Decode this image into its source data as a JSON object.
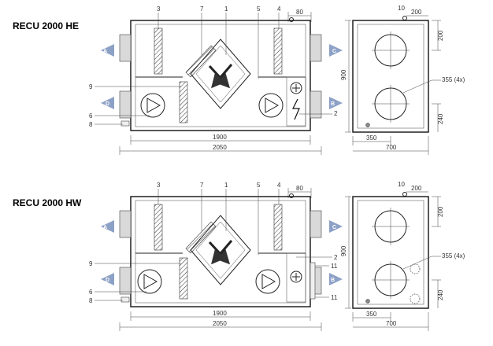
{
  "units": [
    {
      "title": "RECU 2000 HE",
      "front": {
        "top_labels": [
          "3",
          "7",
          "1",
          "5",
          "4"
        ],
        "dim_80": "80",
        "left_labels": [
          "9",
          "6",
          "8"
        ],
        "right_labels": [
          "2"
        ],
        "ports": [
          "A",
          "D",
          "C",
          "B"
        ],
        "dim_1900": "1900",
        "dim_2050": "2050"
      },
      "side": {
        "dim_10": "10",
        "dim_200_top": "200",
        "dim_200_right": "200",
        "dim_900": "900",
        "dim_355": "355 (4x)",
        "dim_240": "240",
        "dim_350": "350",
        "dim_700": "700"
      }
    },
    {
      "title": "RECU 2000 HW",
      "front": {
        "top_labels": [
          "3",
          "7",
          "1",
          "5",
          "4"
        ],
        "dim_80": "80",
        "left_labels": [
          "9",
          "6",
          "8"
        ],
        "right_labels": [
          "2",
          "11",
          "11"
        ],
        "ports": [
          "A",
          "D",
          "C",
          "B"
        ],
        "dim_1900": "1900",
        "dim_2050": "2050"
      },
      "side": {
        "dim_10": "10",
        "dim_200_top": "200",
        "dim_200_right": "200",
        "dim_900": "900",
        "dim_355": "355 (4x)",
        "dim_240": "240",
        "dim_350": "350",
        "dim_700": "700"
      }
    }
  ],
  "colors": {
    "port_arrow": "#8da1c6",
    "line": "#222222",
    "fill_gray": "#d9d9d9"
  }
}
